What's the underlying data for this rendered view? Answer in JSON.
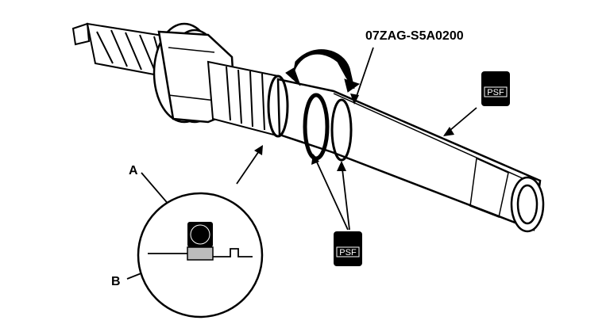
{
  "diagram": {
    "tool_number": "07ZAG-S5A0200",
    "callout_a": "A",
    "callout_b": "B",
    "badge_upper": "PSF",
    "badge_lower": "PSF"
  }
}
